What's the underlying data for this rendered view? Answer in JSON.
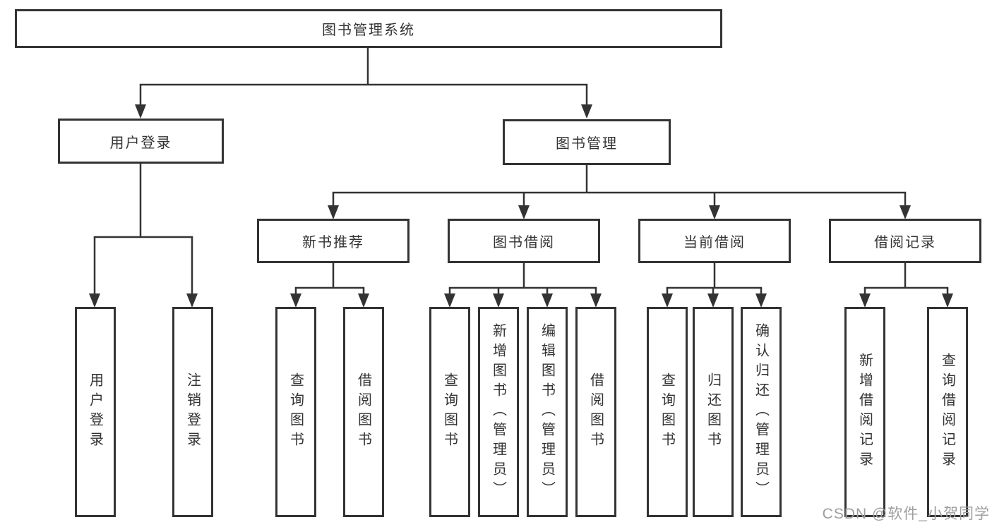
{
  "nodes": {
    "root": {
      "label": "图书管理系统"
    },
    "user_login": {
      "label": "用户登录"
    },
    "book_mgmt": {
      "label": "图书管理"
    },
    "new_books": {
      "label": "新书推荐"
    },
    "book_borrow": {
      "label": "图书借阅"
    },
    "current_borrow": {
      "label": "当前借阅"
    },
    "borrow_records": {
      "label": "借阅记录"
    },
    "ul_login": {
      "label": "用户登录"
    },
    "ul_logout": {
      "label": "注销登录"
    },
    "nb_query_books": {
      "label": "查询图书"
    },
    "nb_borrow_books": {
      "label": "借阅图书"
    },
    "bb_query_books": {
      "label": "查询图书"
    },
    "bb_add_books": {
      "label": "新增图书（管理员）"
    },
    "bb_edit_books": {
      "label": "编辑图书（管理员）"
    },
    "bb_borrow_books": {
      "label": "借阅图书"
    },
    "cb_query_books": {
      "label": "查询图书"
    },
    "cb_return_books": {
      "label": "归还图书"
    },
    "cb_confirm_return": {
      "label": "确认归还（管理员）"
    },
    "br_add_record": {
      "label": "新增借阅记录"
    },
    "br_query_record": {
      "label": "查询借阅记录"
    }
  },
  "hierarchy": {
    "图书管理系统": {
      "用户登录": [
        "用户登录",
        "注销登录"
      ],
      "图书管理": {
        "新书推荐": [
          "查询图书",
          "借阅图书"
        ],
        "图书借阅": [
          "查询图书",
          "新增图书（管理员）",
          "编辑图书（管理员）",
          "借阅图书"
        ],
        "当前借阅": [
          "查询图书",
          "归还图书",
          "确认归还（管理员）"
        ],
        "借阅记录": [
          "新增借阅记录",
          "查询借阅记录"
        ]
      }
    }
  },
  "watermark": {
    "text": "CSDN @软件_小贺同学"
  },
  "colors": {
    "line": "#333333",
    "text": "#333333",
    "background": "#ffffff",
    "watermark": "#9e9e9e"
  }
}
